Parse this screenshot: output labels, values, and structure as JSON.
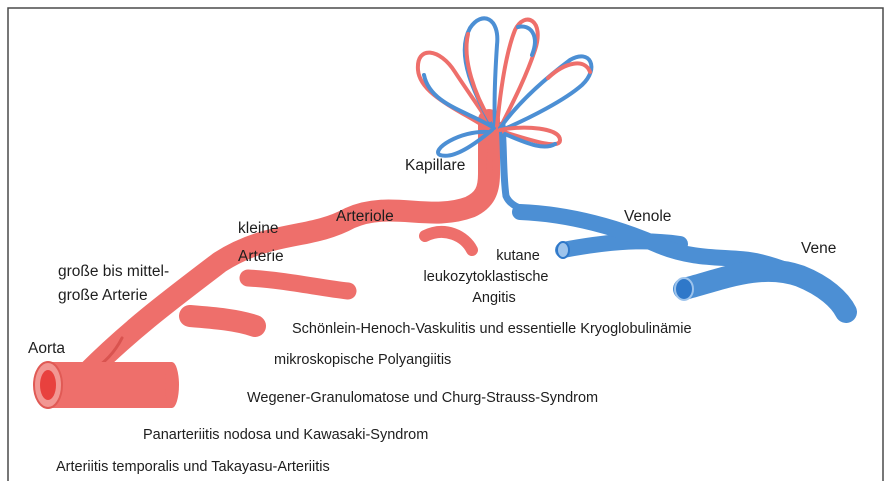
{
  "colors": {
    "artery": "#ee6f6b",
    "artery_dark": "#d9534f",
    "artery_lumen": "#e8413e",
    "vein": "#4c8fd4",
    "vein_lumen": "#2f78c9",
    "frame": "#4a4a4a",
    "text": "#1e1e1e"
  },
  "vessels": {
    "aorta": "Aorta",
    "large_artery_line1": "große bis mittel-",
    "large_artery_line2": "große Arterie",
    "small_artery_line1": "kleine",
    "small_artery_line2": "Arterie",
    "arteriole": "Arteriole",
    "capillary": "Kapillare",
    "venule": "Venole",
    "vein": "Vene"
  },
  "diseases": {
    "cutaneous_line1": "kutane",
    "cutaneous_line2": "leukozytoklastische",
    "cutaneous_line3": "Angitis",
    "schoenlein": "Schönlein-Henoch-Vaskulitis und essentielle Kryoglobulinämie",
    "mpa": "mikroskopische Polyangiitis",
    "wegener": "Wegener-Granulomatose und Churg-Strauss-Syndrom",
    "pan": "Panarteriitis nodosa und Kawasaki-Syndrom",
    "temporal": "Arteriitis temporalis und Takayasu-Arteriitis"
  }
}
